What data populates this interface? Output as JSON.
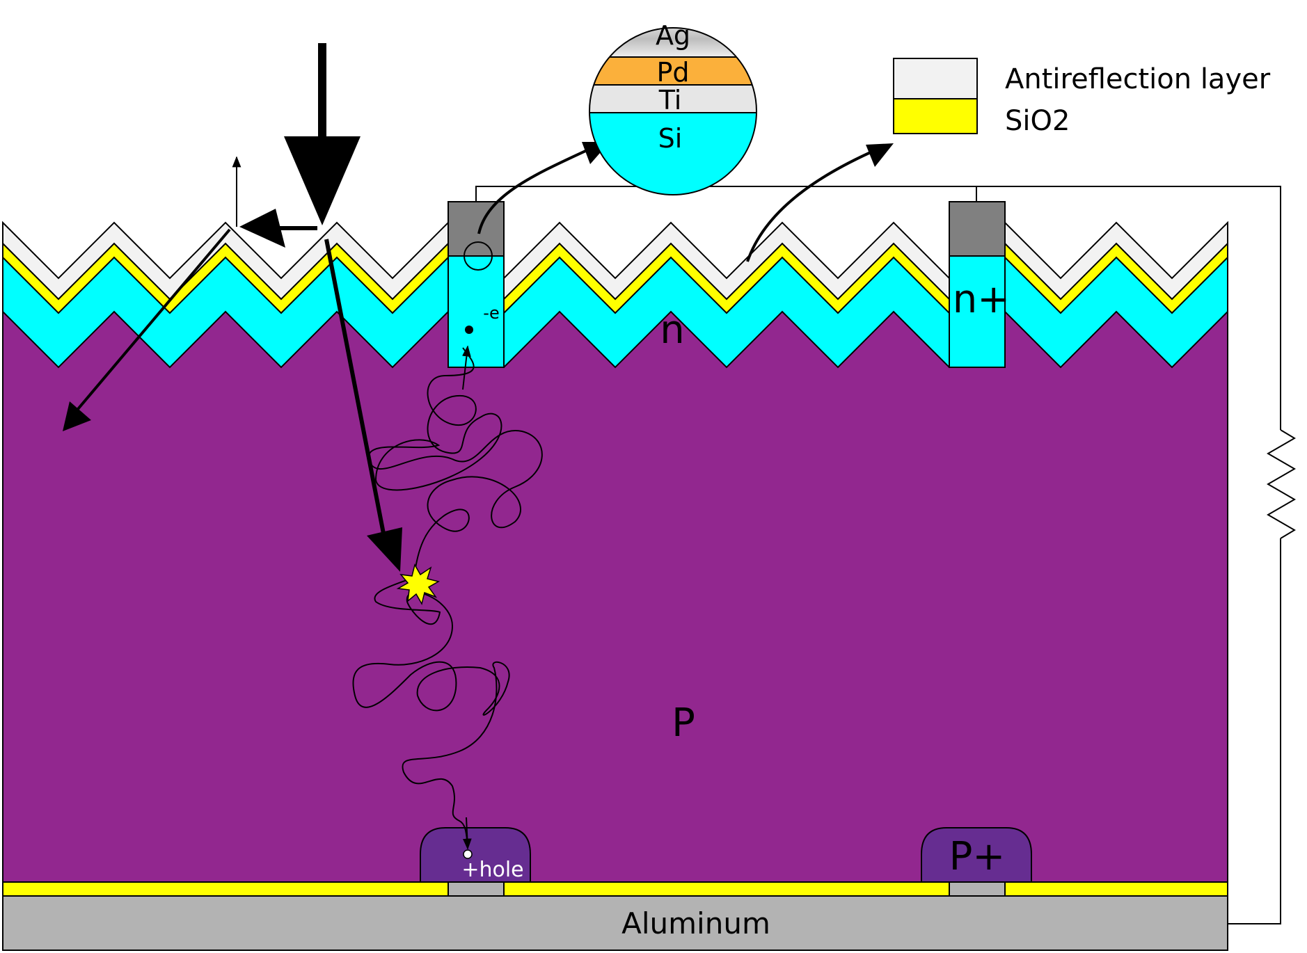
{
  "labels": {
    "ag": "Ag",
    "pd": "Pd",
    "ti": "Ti",
    "si": "Si",
    "legend_antireflection": "Antireflection layer",
    "legend_sio2": "SiO2",
    "n_region": "n",
    "n_plus": "n+",
    "electron": "-e",
    "p_region": "P",
    "p_plus": "P+",
    "hole": "+hole",
    "aluminum": "Aluminum"
  },
  "colors": {
    "p_substrate": "#92278f",
    "p_plus": "#662d91",
    "n_layer": "#00ffff",
    "sio2": "#ffff00",
    "antireflection": "#f2f2f2",
    "contact": "#808080",
    "aluminum": "#b3b3b3",
    "pd": "#fbb03b",
    "ti": "#e6e6e6",
    "spark": "#ffff00"
  }
}
